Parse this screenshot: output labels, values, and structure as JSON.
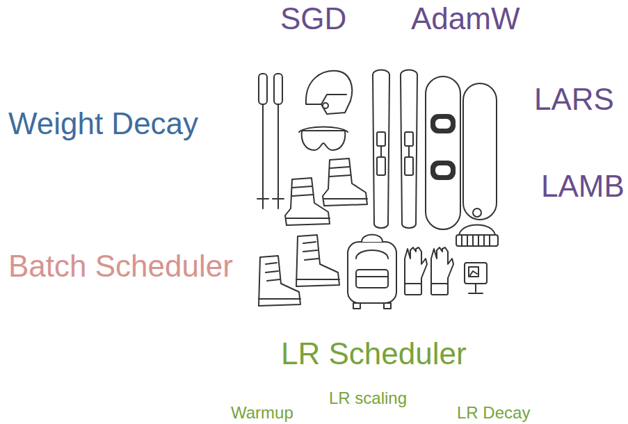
{
  "diagram": {
    "labels": [
      "SGD",
      "AdamW",
      "LARS",
      "Weight Decay",
      "LAMB",
      "Batch Scheduler",
      "LR Scheduler",
      "LR scaling",
      "Warmup",
      "LR Decay"
    ]
  }
}
